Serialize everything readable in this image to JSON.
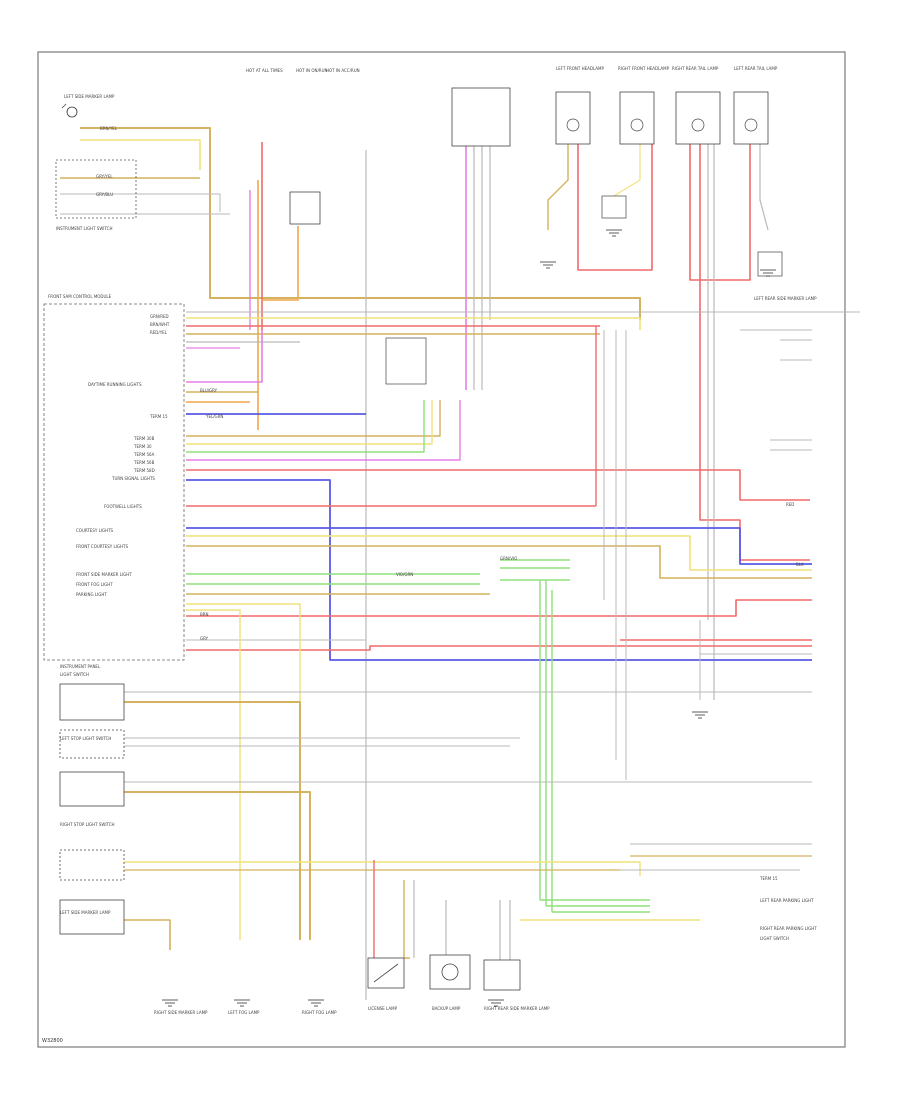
{
  "colors": {
    "yellow": "#f1e27a",
    "tan": "#d4b25e",
    "orange": "#f2a64a",
    "red": "#f26a6a",
    "pink": "#e57fe5",
    "blue": "#5a5ae6",
    "green": "#8fe07a",
    "gray": "#b9b9b9",
    "black": "#222222",
    "frame": "#7a7a7a"
  },
  "labels": {
    "top_components": [
      "HOT AT ALL TIMES",
      "HOT IN ON/RUN",
      "HOT IN ACC/RUN",
      "LEFT FRONT HEADLAMP",
      "RIGHT FRONT HEADLAMP",
      "RIGHT REAR TAIL LAMP",
      "LEFT REAR TAIL LAMP"
    ],
    "left_components": [
      "LEFT SIDE MARKER LAMP",
      "INSTRUMENT LIGHT SWITCH",
      "FRONT SAM CONTROL MODULE",
      "DAYTIME RUNNING LIGHTS",
      "TERM 15",
      "TERM 30B",
      "TERM 30",
      "TERM 56A",
      "TERM 56B",
      "TERM 58D",
      "TURN SIGNAL LIGHTS",
      "FOOTWELL LIGHTS",
      "COURTESY LIGHTS",
      "FRONT COURTESY LIGHTS",
      "FRONT SIDE MARKER LIGHT",
      "FRONT FOG LIGHT",
      "PARKING LIGHT",
      "INSTRUMENT PANEL",
      "LIGHT SWITCH",
      "LEFT STOP LIGHT SWITCH",
      "RIGHT STOP LIGHT SWITCH"
    ],
    "bottom_components": [
      "LEFT SIDE MARKER LAMP",
      "RIGHT SIDE MARKER LAMP",
      "LEFT FOG LAMP",
      "RIGHT FOG LAMP",
      "LICENSE LAMP",
      "BACKUP LAMP",
      "RIGHT REAR SIDE MARKER LAMP"
    ],
    "right_components": [
      "LEFT REAR SIDE MARKER LAMP",
      "TERM 15",
      "LEFT REAR PARKING LIGHT",
      "RIGHT REAR PARKING LIGHT",
      "LIGHT SWITCH"
    ],
    "wire_codes": [
      "BRN/YEL",
      "GRY/YEL",
      "GRY/BLU",
      "GRN/RED",
      "BRN/WHT",
      "RED/YEL",
      "BLU/GRY",
      "YEL/GRN",
      "VIO/GRN",
      "GRN/VIO",
      "BRN",
      "GRY",
      "RED",
      "BLK"
    ],
    "footer": "W32800"
  }
}
